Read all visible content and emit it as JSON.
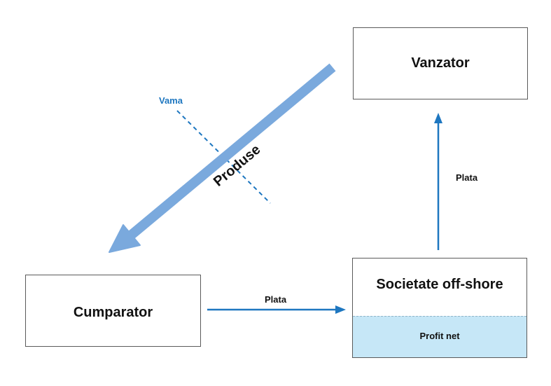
{
  "nodes": {
    "vanzator": {
      "label": "Vanzator"
    },
    "cumparator": {
      "label": "Cumparator"
    },
    "offshore": {
      "label": "Societate off-shore",
      "inner_label": "Profit net"
    }
  },
  "edges": {
    "produse": {
      "label": "Produse",
      "from": "Vanzator",
      "to": "Cumparator"
    },
    "plata_cumparator_offshore": {
      "label": "Plata",
      "from": "Cumparator",
      "to": "Societate off-shore"
    },
    "plata_offshore_vanzator": {
      "label": "Plata",
      "from": "Societate off-shore",
      "to": "Vanzator"
    }
  },
  "customs_line": {
    "label": "Vama"
  },
  "colors": {
    "arrow_blue": "#1e77c0",
    "thick_arrow_blue": "#7aa9dd",
    "profit_fill": "#c6e7f7",
    "box_border": "#5a5a5a"
  }
}
